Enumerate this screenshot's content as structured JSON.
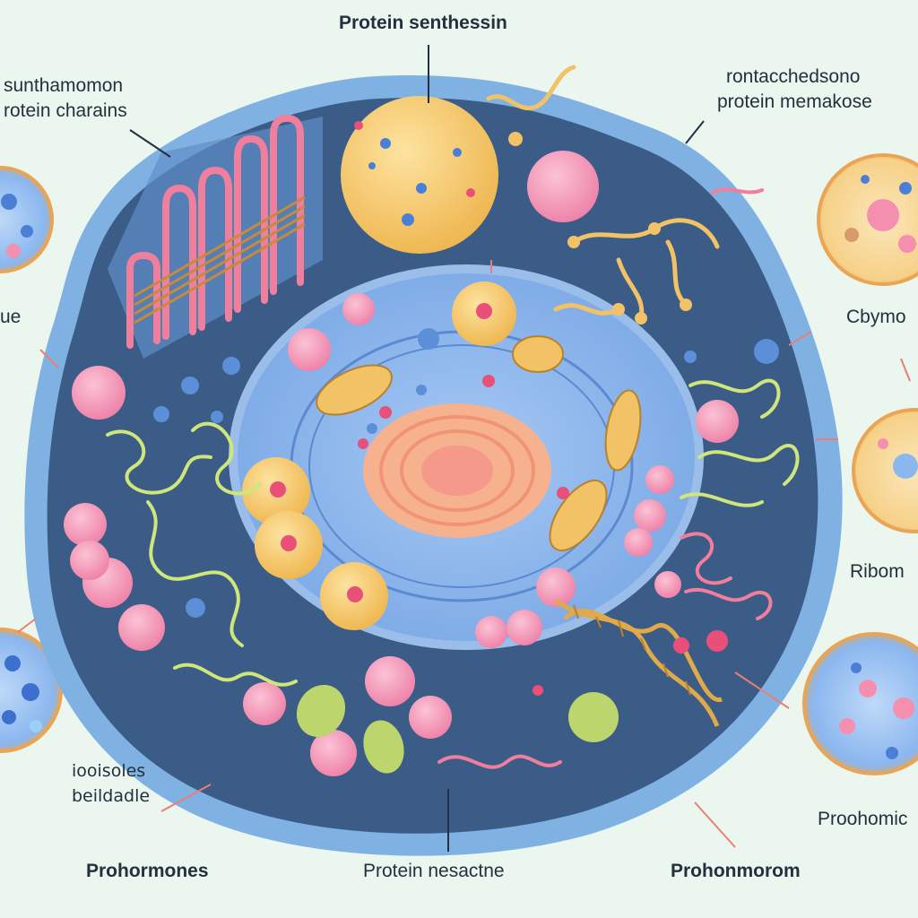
{
  "labels": {
    "top_center": "Protein senthessin",
    "top_left_1": "sunthamomon",
    "top_left_2": "rotein charains",
    "top_right_1": "rontacchedsono",
    "top_right_2": "protein memakose",
    "left_mid": "ue",
    "right_upper": "Cbymo",
    "right_lower": "Ribom",
    "bottom_left_note_1": "iooisoles",
    "bottom_left_note_2": "beildadle",
    "bottom_left": "Prohormones",
    "bottom_center": "Protein nesactne",
    "bottom_right": "Prohonmorom",
    "bottom_right_edge": "Proohomic"
  },
  "colors": {
    "background": "#eaf6ee",
    "cytoplasm": "#3b5c86",
    "membrane": "#7fb2e3",
    "nucleus": "#8fb8ec",
    "nucleolus": "#f6b28e",
    "vesicle": "#f58fb0",
    "organelle": "#f2c266",
    "er_strand": "#cfe67a",
    "label_text": "#22303f"
  }
}
